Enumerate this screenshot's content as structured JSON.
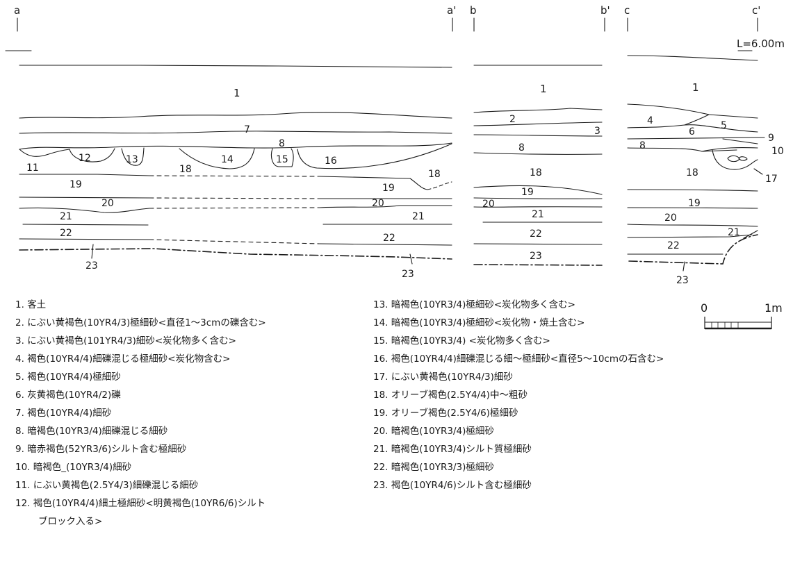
{
  "profile_markers": [
    {
      "id": "a",
      "text": "a"
    },
    {
      "id": "a_prime",
      "text": "a'"
    },
    {
      "id": "b",
      "text": "b"
    },
    {
      "id": "b_prime",
      "text": "b'"
    },
    {
      "id": "c",
      "text": "c"
    },
    {
      "id": "c_prime",
      "text": "c'"
    }
  ],
  "elevation_label": "L=6.00m",
  "scale_bar": {
    "start": "0",
    "end": "1m"
  },
  "layer_labels_a": [
    "1",
    "7",
    "8",
    "11",
    "12",
    "13",
    "14",
    "15",
    "16",
    "18",
    "18",
    "19",
    "19",
    "20",
    "20",
    "21",
    "21",
    "22",
    "22",
    "23",
    "23"
  ],
  "layer_labels_b": [
    "1",
    "2",
    "3",
    "8",
    "18",
    "19",
    "20",
    "21",
    "22",
    "23"
  ],
  "layer_labels_c": [
    "1",
    "4",
    "5",
    "6",
    "8",
    "9",
    "10",
    "17",
    "18",
    "19",
    "20",
    "21",
    "22",
    "23"
  ],
  "legend_left": [
    {
      "num": "1.",
      "text": "客土"
    },
    {
      "num": "2.",
      "text": "にぶい黄褐色(10YR4/3)極細砂<直径1〜3cmの礫含む>"
    },
    {
      "num": "3.",
      "text": "にぶい黄褐色(101YR4/3)細砂<炭化物多く含む>"
    },
    {
      "num": "4.",
      "text": "褐色(10YR4/4)細礫混じる極細砂<炭化物含む>"
    },
    {
      "num": "5.",
      "text": "褐色(10YR4/4)極細砂"
    },
    {
      "num": "6.",
      "text": "灰黄褐色(10YR4/2)礫"
    },
    {
      "num": "7.",
      "text": "褐色(10YR4/4)細砂"
    },
    {
      "num": "8.",
      "text": "暗褐色(10YR3/4)細礫混じる細砂"
    },
    {
      "num": "9.",
      "text": "暗赤褐色(52YR3/6)シルト含む極細砂"
    },
    {
      "num": "10.",
      "text": "暗褐色_(10YR3/4)細砂"
    },
    {
      "num": "11.",
      "text": "にぶい黄褐色(2.5Y4/3)細礫混じる細砂"
    },
    {
      "num": "12.",
      "text": "褐色(10YR4/4)細土極細砂<明黄褐色(10YR6/6)シルト"
    }
  ],
  "legend_left_cont": "ブロック入る>",
  "legend_right": [
    {
      "num": "13.",
      "text": "暗褐色(10YR3/4)極細砂<炭化物多く含む>"
    },
    {
      "num": "14.",
      "text": "暗褐色(10YR3/4)極細砂<炭化物・焼土含む>"
    },
    {
      "num": "15.",
      "text": "暗褐色(10YR3/4) <炭化物多く含む>"
    },
    {
      "num": "16.",
      "text": "褐色(10YR4/4)細礫混じる細〜極細砂<直径5〜10cmの石含む>"
    },
    {
      "num": "17.",
      "text": "にぶい黄褐色(10YR4/3)細砂"
    },
    {
      "num": "18.",
      "text": "オリーブ褐色(2.5Y4/4)中〜粗砂"
    },
    {
      "num": "19.",
      "text": "オリーブ褐色(2.5Y4/6)極細砂"
    },
    {
      "num": "20.",
      "text": "暗褐色(10YR3/4)極細砂"
    },
    {
      "num": "21.",
      "text": "暗褐色(10YR3/4)シルト質極細砂"
    },
    {
      "num": "22.",
      "text": "暗褐色(10YR3/3)極細砂"
    },
    {
      "num": "23.",
      "text": "褐色(10YR4/6)シルト含む極細砂"
    }
  ]
}
